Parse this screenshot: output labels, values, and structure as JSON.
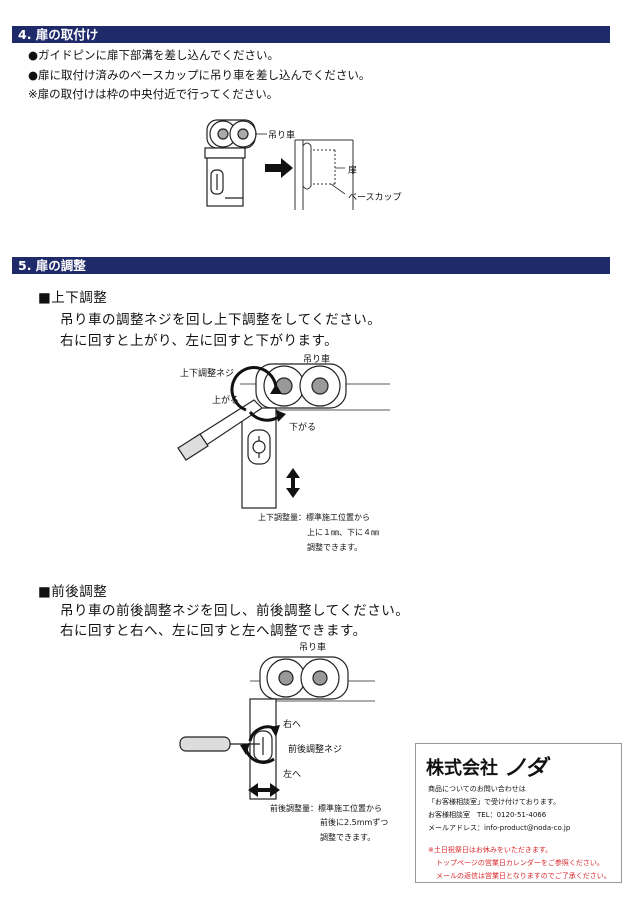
{
  "section4": {
    "title": "4. 扉の取付け",
    "lines": [
      "●ガイドピンに扉下部溝を差し込んでください。",
      "●扉に取付け済みのベースカップに吊り車を差し込んでください。",
      "※扉の取付けは枠の中央付近で行ってください。"
    ],
    "fig": {
      "label_wheel": "吊り車",
      "label_door": "扉",
      "label_cup": "ベースカップ"
    }
  },
  "section5": {
    "title": "5. 扉の調整",
    "vertical": {
      "heading": "■上下調整",
      "lines": [
        "吊り車の調整ネジを回し上下調整をしてください。",
        "右に回すと上がり、左に回すと下がります。"
      ],
      "fig": {
        "label_screw": "上下調整ネジ",
        "label_wheel": "吊り車",
        "label_up": "上がる",
        "label_down": "下がる",
        "note_lines": [
          "上下調整量：標準施工位置から",
          "上に１㎜、下に４㎜",
          "調整できます。"
        ]
      }
    },
    "frontback": {
      "heading": "■前後調整",
      "lines": [
        "吊り車の前後調整ネジを回し、前後調整してください。",
        "右に回すと右へ、左に回すと左へ調整できます。"
      ],
      "fig": {
        "label_wheel": "吊り車",
        "label_right": "右へ",
        "label_screw": "前後調整ネジ",
        "label_left": "左へ",
        "note_lines": [
          "前後調整量：標準施工位置から",
          "前後に2.5mmずつ",
          "調整できます。"
        ]
      }
    }
  },
  "contact": {
    "company_prefix": "株式会社",
    "company_logo": "ノダ",
    "lines": [
      "商品についてのお問い合わせは",
      "「お客様相談室」で受け付けております。",
      "お客様相談室　TEL：0120-51-4066",
      "メールアドレス：info-product@noda-co.jp"
    ],
    "notice_lines": [
      "※土日祝祭日はお休みをいただきます。",
      "トップページの営業日カレンダーをご参照ください。",
      "メールの返信は営業日となりますのでご了承ください。"
    ],
    "accent_color": "#d8262a"
  },
  "bar_color": "#1f2a6b"
}
